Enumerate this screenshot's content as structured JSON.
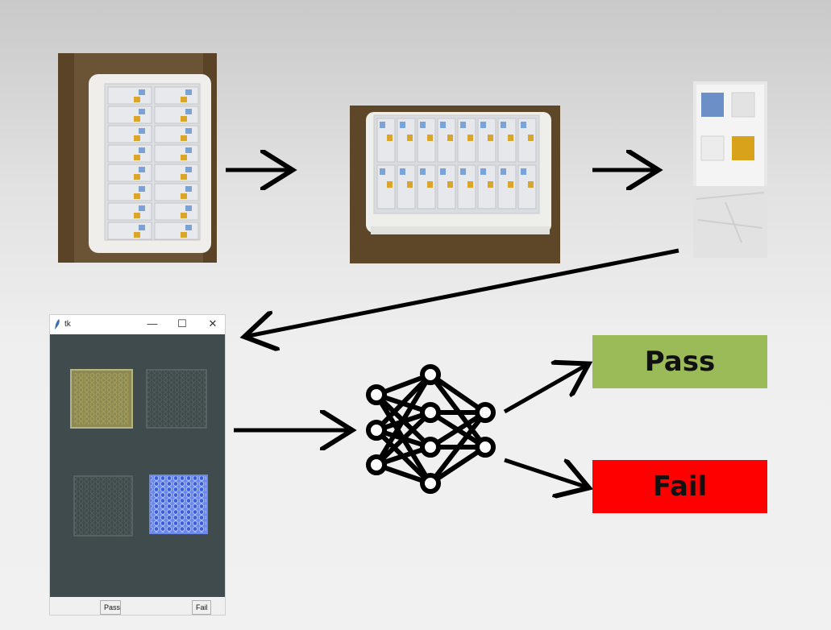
{
  "tk_window": {
    "title": "tk",
    "minimize_glyph": "—",
    "maximize_glyph": "☐",
    "close_glyph": "✕",
    "pass_button": "Pass",
    "fail_button": "Fail"
  },
  "outcomes": {
    "pass_label": "Pass",
    "fail_label": "Fail"
  },
  "colors": {
    "pass": "#9bbb59",
    "fail": "#ff0000",
    "arrow": "#000000"
  },
  "icons": [
    "neural-network-icon",
    "tk-feather-icon"
  ]
}
